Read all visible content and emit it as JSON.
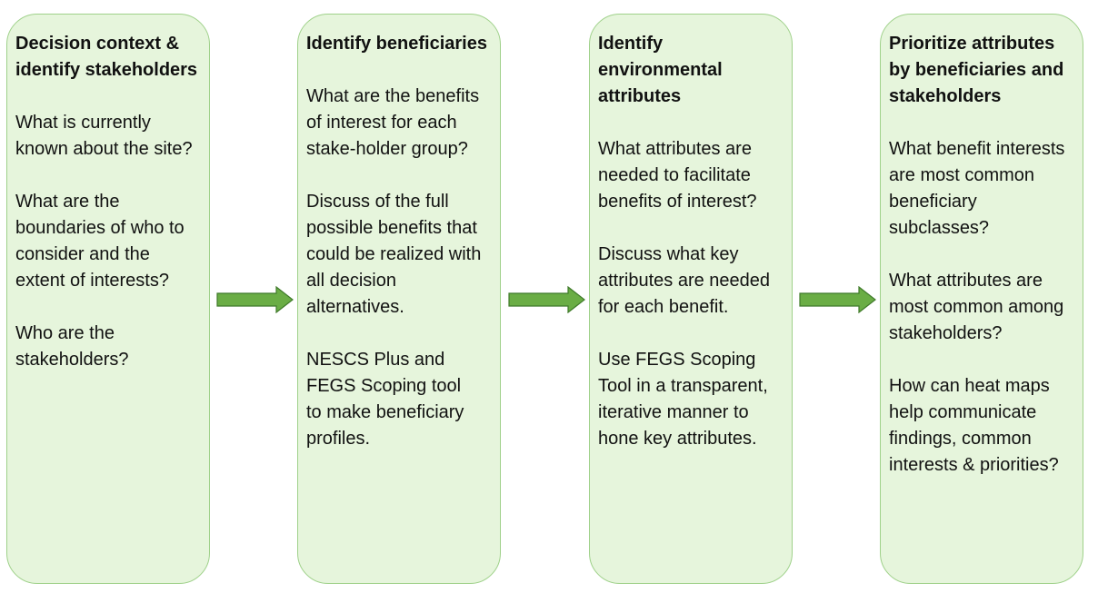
{
  "steps": [
    {
      "title": "Decision context & identify stakeholders",
      "paragraphs": [
        "What is currently known about the site?",
        "What are the boundaries of who to consider and the extent of interests?",
        "Who are the stakeholders?"
      ]
    },
    {
      "title": "Identify beneficiaries",
      "paragraphs": [
        "What are the benefits of interest for each stake-holder group?",
        "Discuss of the full possible benefits that could be realized with all decision alternatives.",
        "NESCS Plus and FEGS Scoping tool",
        "to make beneficiary profiles."
      ]
    },
    {
      "title": "Identify environmental attributes",
      "paragraphs": [
        "What attributes are needed to facilitate benefits of interest?",
        "Discuss what key attributes are needed for each benefit.",
        "Use FEGS Scoping Tool in a transparent, iterative manner to hone key attributes."
      ]
    },
    {
      "title": "Prioritize attributes by beneficiaries and stakeholders",
      "paragraphs": [
        "What benefit interests are most common beneficiary subclasses?",
        "What attributes are most common among stakeholders?",
        "How can heat maps help communicate findings, common interests & priorities?"
      ]
    }
  ],
  "colors": {
    "box_fill": "#e6f5dc",
    "box_border": "#9fd18a",
    "arrow_fill": "#6aad45",
    "arrow_stroke": "#3f7a2a"
  }
}
